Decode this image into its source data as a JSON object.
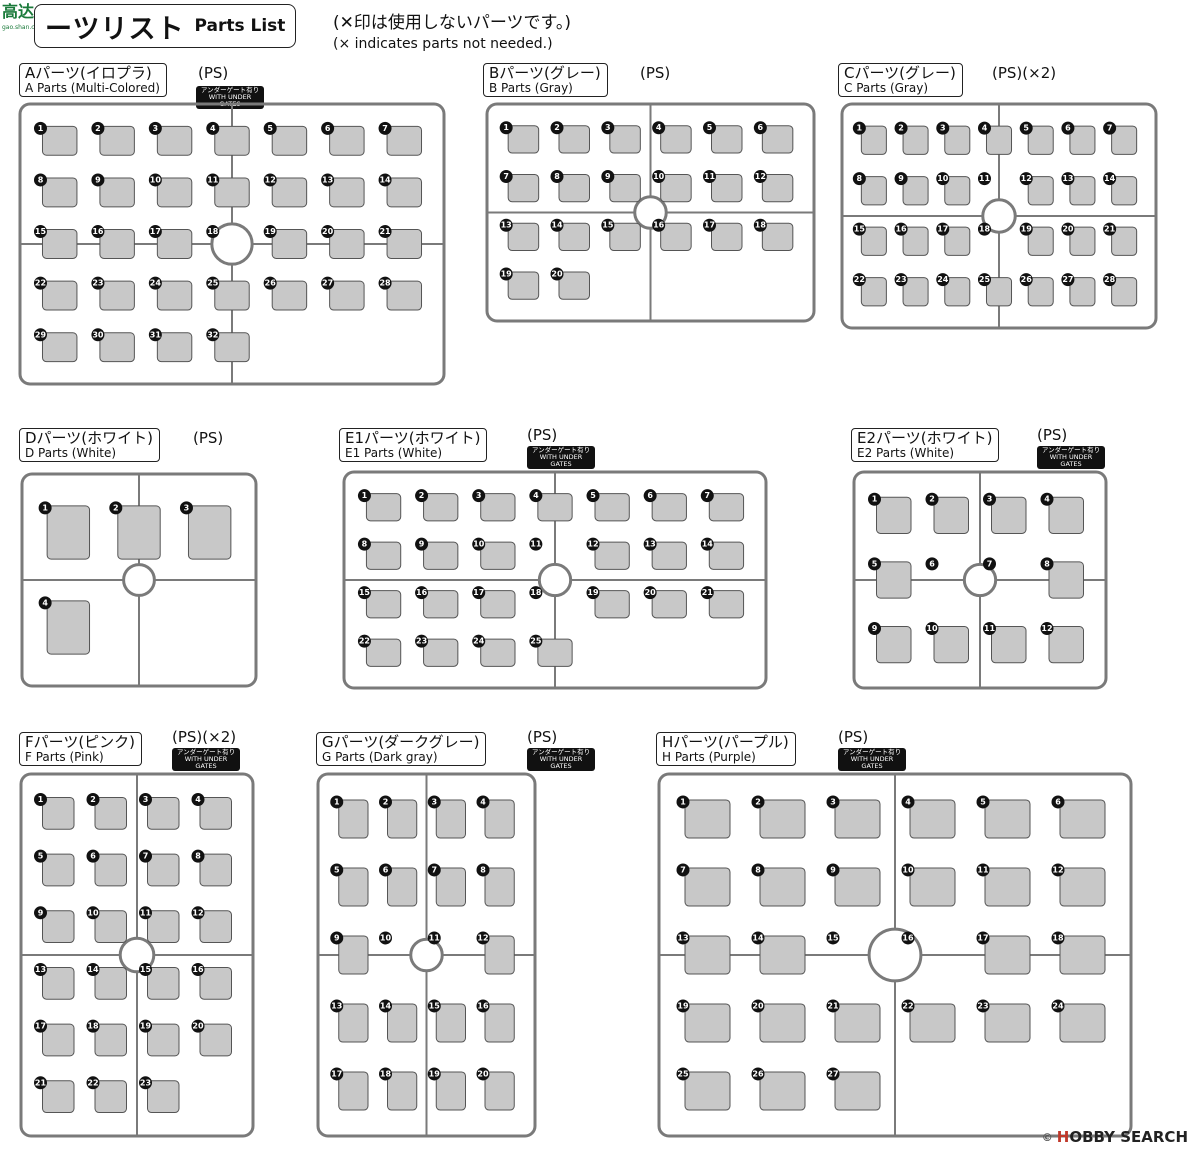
{
  "header": {
    "logo_top": "高达",
    "logo_bottom": "gao.shan.com",
    "title_jp": "ーツリスト",
    "title_en": "Parts List",
    "note_jp": "(✕印は使用しないパーツです。)",
    "note_en": "(× indicates parts not needed.)"
  },
  "under_gates": {
    "jp": "アンダーゲート有り",
    "en": "WITH UNDER GATES"
  },
  "sheets": {
    "A": {
      "jp": "Aパーツ(イロプラ)",
      "en": "A Parts (Multi-Colored)",
      "tag": "(PS)",
      "numbers": [
        "1",
        "2",
        "3",
        "4",
        "5",
        "6",
        "7",
        "8",
        "9",
        "10",
        "11",
        "12",
        "13",
        "14",
        "15",
        "16",
        "17",
        "18",
        "19",
        "20",
        "21",
        "22",
        "23",
        "24",
        "25",
        "26",
        "27",
        "28",
        "29",
        "30",
        "31",
        "32"
      ]
    },
    "B": {
      "jp": "Bパーツ(グレー)",
      "en": "B Parts (Gray)",
      "tag": "(PS)",
      "numbers": [
        "1",
        "2",
        "3",
        "4",
        "5",
        "6",
        "7",
        "8",
        "9",
        "10",
        "11",
        "12",
        "13",
        "14",
        "15",
        "16",
        "17",
        "18",
        "19",
        "20"
      ]
    },
    "C": {
      "jp": "Cパーツ(グレー)",
      "en": "C Parts (Gray)",
      "tag": "(PS)(×2)",
      "numbers": [
        "1",
        "2",
        "3",
        "4",
        "5",
        "6",
        "7",
        "8",
        "9",
        "10",
        "11",
        "12",
        "13",
        "14",
        "15",
        "16",
        "17",
        "18",
        "19",
        "20",
        "21",
        "22",
        "23",
        "24",
        "25",
        "26",
        "27",
        "28"
      ]
    },
    "D": {
      "jp": "Dパーツ(ホワイト)",
      "en": "D Parts (White)",
      "tag": "(PS)",
      "numbers": [
        "1",
        "2",
        "3",
        "4"
      ]
    },
    "E1": {
      "jp": "E1パーツ(ホワイト)",
      "en": "E1 Parts (White)",
      "tag": "(PS)",
      "numbers": [
        "1",
        "2",
        "3",
        "4",
        "5",
        "6",
        "7",
        "8",
        "9",
        "10",
        "11",
        "12",
        "13",
        "14",
        "15",
        "16",
        "17",
        "18",
        "19",
        "20",
        "21",
        "22",
        "23",
        "24",
        "25"
      ]
    },
    "E2": {
      "jp": "E2パーツ(ホワイト)",
      "en": "E2 Parts (White)",
      "tag": "(PS)",
      "numbers": [
        "1",
        "2",
        "3",
        "4",
        "5",
        "6",
        "7",
        "8",
        "9",
        "10",
        "11",
        "12"
      ]
    },
    "F": {
      "jp": "Fパーツ(ピンク)",
      "en": "F Parts (Pink)",
      "tag": "(PS)(×2)",
      "numbers": [
        "1",
        "2",
        "3",
        "4",
        "5",
        "6",
        "7",
        "8",
        "9",
        "10",
        "11",
        "12",
        "13",
        "14",
        "15",
        "16",
        "17",
        "18",
        "19",
        "20",
        "21",
        "22",
        "23"
      ]
    },
    "G": {
      "jp": "Gパーツ(ダークグレー)",
      "en": "G Parts (Dark gray)",
      "tag": "(PS)",
      "numbers": [
        "1",
        "2",
        "3",
        "4",
        "5",
        "6",
        "7",
        "8",
        "9",
        "10",
        "11",
        "12",
        "13",
        "14",
        "15",
        "16",
        "17",
        "18",
        "19",
        "20"
      ]
    },
    "H": {
      "jp": "Hパーツ(パープル)",
      "en": "H Parts (Purple)",
      "tag": "(PS)",
      "numbers": [
        "1",
        "2",
        "3",
        "4",
        "5",
        "6",
        "7",
        "8",
        "9",
        "10",
        "11",
        "12",
        "13",
        "14",
        "15",
        "16",
        "17",
        "18",
        "19",
        "20",
        "21",
        "22",
        "23",
        "24",
        "25",
        "26",
        "27"
      ]
    }
  },
  "footer": {
    "brand_prefix": "H",
    "brand": "OBBY SEARCH",
    "copyright": "©"
  }
}
